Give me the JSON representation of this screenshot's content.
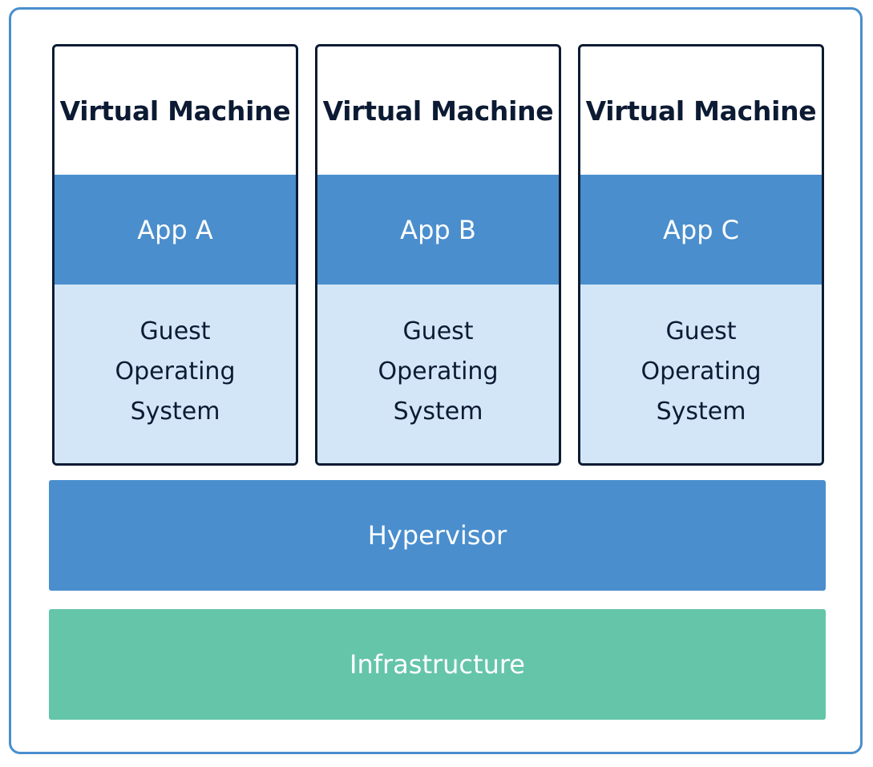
{
  "colors": {
    "frame_border": "#4a8ecd",
    "vm_border": "#0c1b33",
    "app_fill": "#4a8ecd",
    "os_fill": "#d3e6f7",
    "hypervisor_fill": "#4a8ecd",
    "infrastructure_fill": "#65c5a8",
    "dark_text": "#0c1b33",
    "light_text": "#ffffff"
  },
  "vms": [
    {
      "title": "Virtual Machine",
      "app": "App A",
      "os_lines": [
        "Guest",
        "Operating",
        "System"
      ]
    },
    {
      "title": "Virtual Machine",
      "app": "App B",
      "os_lines": [
        "Guest",
        "Operating",
        "System"
      ]
    },
    {
      "title": "Virtual Machine",
      "app": "App C",
      "os_lines": [
        "Guest",
        "Operating",
        "System"
      ]
    }
  ],
  "layers": {
    "hypervisor": "Hypervisor",
    "infrastructure": "Infrastructure"
  }
}
